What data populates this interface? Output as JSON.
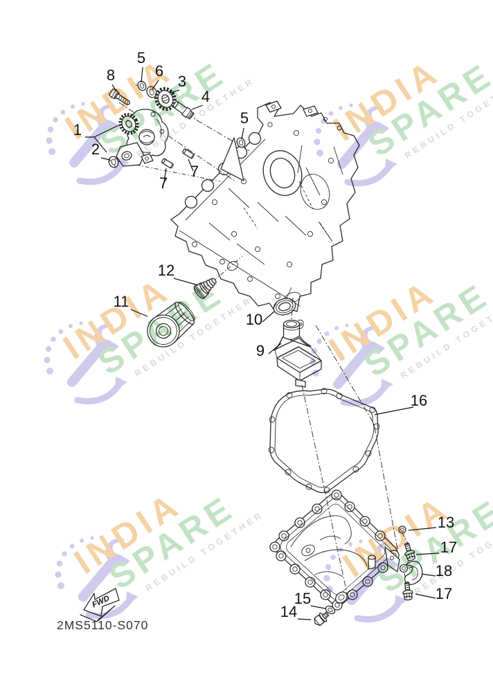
{
  "page": {
    "background": "#ffffff",
    "ink": "#2b2b2b"
  },
  "diagram": {
    "part_code": "2MS5110-S070",
    "fwd_label": "FWD",
    "callouts": [
      {
        "ref": "5"
      },
      {
        "ref": "6"
      },
      {
        "ref": "8"
      },
      {
        "ref": "3"
      },
      {
        "ref": "4"
      },
      {
        "ref": "1"
      },
      {
        "ref": "2"
      },
      {
        "ref": "5"
      },
      {
        "ref": "7"
      },
      {
        "ref": "7"
      },
      {
        "ref": "12"
      },
      {
        "ref": "11"
      },
      {
        "ref": "10"
      },
      {
        "ref": "9"
      },
      {
        "ref": "16"
      },
      {
        "ref": "13"
      },
      {
        "ref": "17"
      },
      {
        "ref": "18"
      },
      {
        "ref": "17"
      },
      {
        "ref": "15"
      },
      {
        "ref": "14"
      }
    ]
  },
  "watermark": {
    "word_top": "INDIA",
    "word_bottom": "SPARE",
    "tagline": "REBUILD TOGETHER",
    "colors": {
      "word_top": "#f4d0a1",
      "word_bottom": "#c0e1c2",
      "tagline": "#d8d8d8",
      "icon": "#cdc9ec"
    }
  }
}
